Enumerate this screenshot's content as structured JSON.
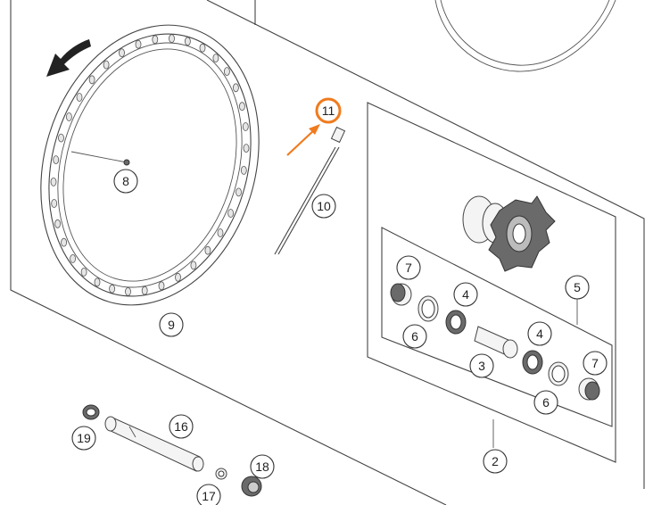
{
  "diagram": {
    "callouts": {
      "c2": "2",
      "c3": "3",
      "c4a": "4",
      "c4b": "4",
      "c5": "5",
      "c6a": "6",
      "c6b": "6",
      "c7a": "7",
      "c7b": "7",
      "c8": "8",
      "c9": "9",
      "c10": "10",
      "c11": "11",
      "c16": "16",
      "c17": "17",
      "c18": "18",
      "c19": "19"
    },
    "highlight": {
      "part": "11",
      "color": "#f07b1e"
    },
    "colors": {
      "line": "#444444",
      "accent": "#f07b1e"
    }
  }
}
